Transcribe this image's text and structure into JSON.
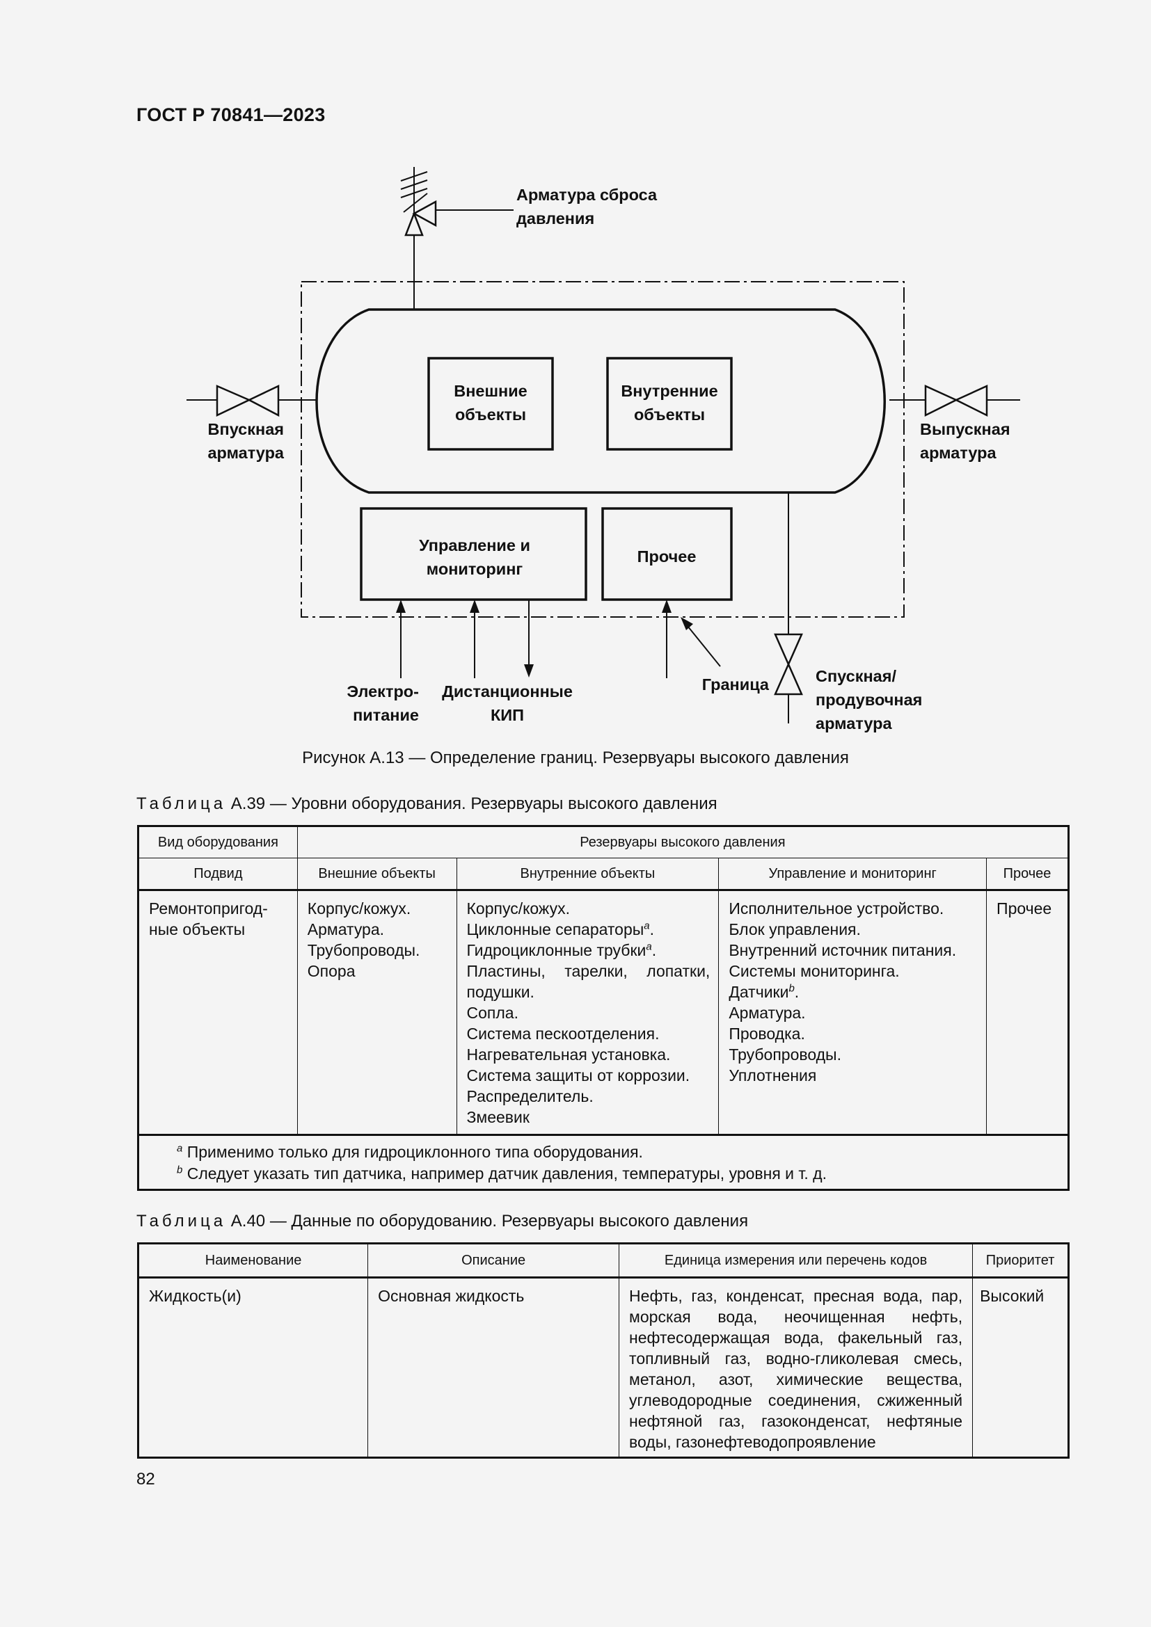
{
  "header": {
    "doc_id": "ГОСТ Р 70841—2023"
  },
  "figure": {
    "labels": {
      "relief_valve": [
        "Арматура сброса",
        "давления"
      ],
      "inlet_valve": [
        "Впускная",
        "арматура"
      ],
      "outlet_valve": [
        "Выпускная",
        "арматура"
      ],
      "external_objects": [
        "Внешние",
        "объекты"
      ],
      "internal_objects": [
        "Внутренние",
        "объекты"
      ],
      "control_monitoring": [
        "Управление и",
        "мониторинг"
      ],
      "other": "Прочее",
      "power": [
        "Электро-",
        "питание"
      ],
      "remote_kip": [
        "Дистанционные",
        "КИП"
      ],
      "boundary": "Граница",
      "drain_valve": [
        "Спускная/",
        "продувочная",
        "арматура"
      ]
    },
    "caption": "Рисунок А.13 — Определение границ. Резервуары высокого давления"
  },
  "table39": {
    "caption_prefix": "Таблица",
    "caption_rest": " А.39 — Уровни оборудования. Резервуары высокого давления",
    "head": {
      "equipment_type": "Вид оборудования",
      "group": "Резервуары высокого давления",
      "subtype": "Подвид",
      "columns": [
        "Внешние объекты",
        "Внутренние объекты",
        "Управление и мониторинг",
        "Прочее"
      ]
    },
    "row": {
      "subtype_lines": [
        "Ремонтопригод-",
        "ные объекты"
      ],
      "external": [
        "Корпус/кожух.",
        "Арматура.",
        "Трубопроводы.",
        "Опора"
      ],
      "internal": [
        {
          "t": "Корпус/кожух."
        },
        {
          "t": "Циклонные сепараторы",
          "s": "a",
          "e": "."
        },
        {
          "t": "Гидроциклонные трубки",
          "s": "a",
          "e": "."
        },
        {
          "t": "Пластины, тарелки, лопатки, подушки."
        },
        {
          "t": "Сопла."
        },
        {
          "t": "Система пескоотделения."
        },
        {
          "t": "Нагревательная установка."
        },
        {
          "t": "Система защиты от коррозии."
        },
        {
          "t": "Распределитель."
        },
        {
          "t": "Змеевик"
        }
      ],
      "control": [
        {
          "t": "Исполнительное устройство."
        },
        {
          "t": "Блок управления."
        },
        {
          "t": "Внутренний источник питания."
        },
        {
          "t": "Системы мониторинга."
        },
        {
          "t": "Датчики",
          "s": "b",
          "e": "."
        },
        {
          "t": "Арматура."
        },
        {
          "t": "Проводка."
        },
        {
          "t": "Трубопроводы."
        },
        {
          "t": "Уплотнения"
        }
      ],
      "other": "Прочее"
    },
    "footnotes": [
      {
        "mark": "a",
        "text": " Применимо только для гидроциклонного типа оборудования."
      },
      {
        "mark": "b",
        "text": " Следует указать тип датчика, например датчик давления, температуры, уровня и т. д."
      }
    ]
  },
  "table40": {
    "caption_prefix": "Таблица",
    "caption_rest": " А.40 — Данные по оборудованию. Резервуары высокого давления",
    "head": [
      "Наименование",
      "Описание",
      "Единица измерения или перечень кодов",
      "Приоритет"
    ],
    "row": {
      "name": "Жидкость(и)",
      "description": "Основная жидкость",
      "codes": "Нефть, газ, конденсат, пресная вода, пар, морская вода, неочищенная нефть, нефтесодержащая вода, факельный газ, топливный газ, водно-гликолевая смесь, метанол, азот, химические вещества, углеводородные соединения, сжижен­ный нефтяной газ, газоконденсат, нефтя­ные воды, газонефтеводопроявление",
      "priority": "Высокий"
    }
  },
  "page_number": "82"
}
